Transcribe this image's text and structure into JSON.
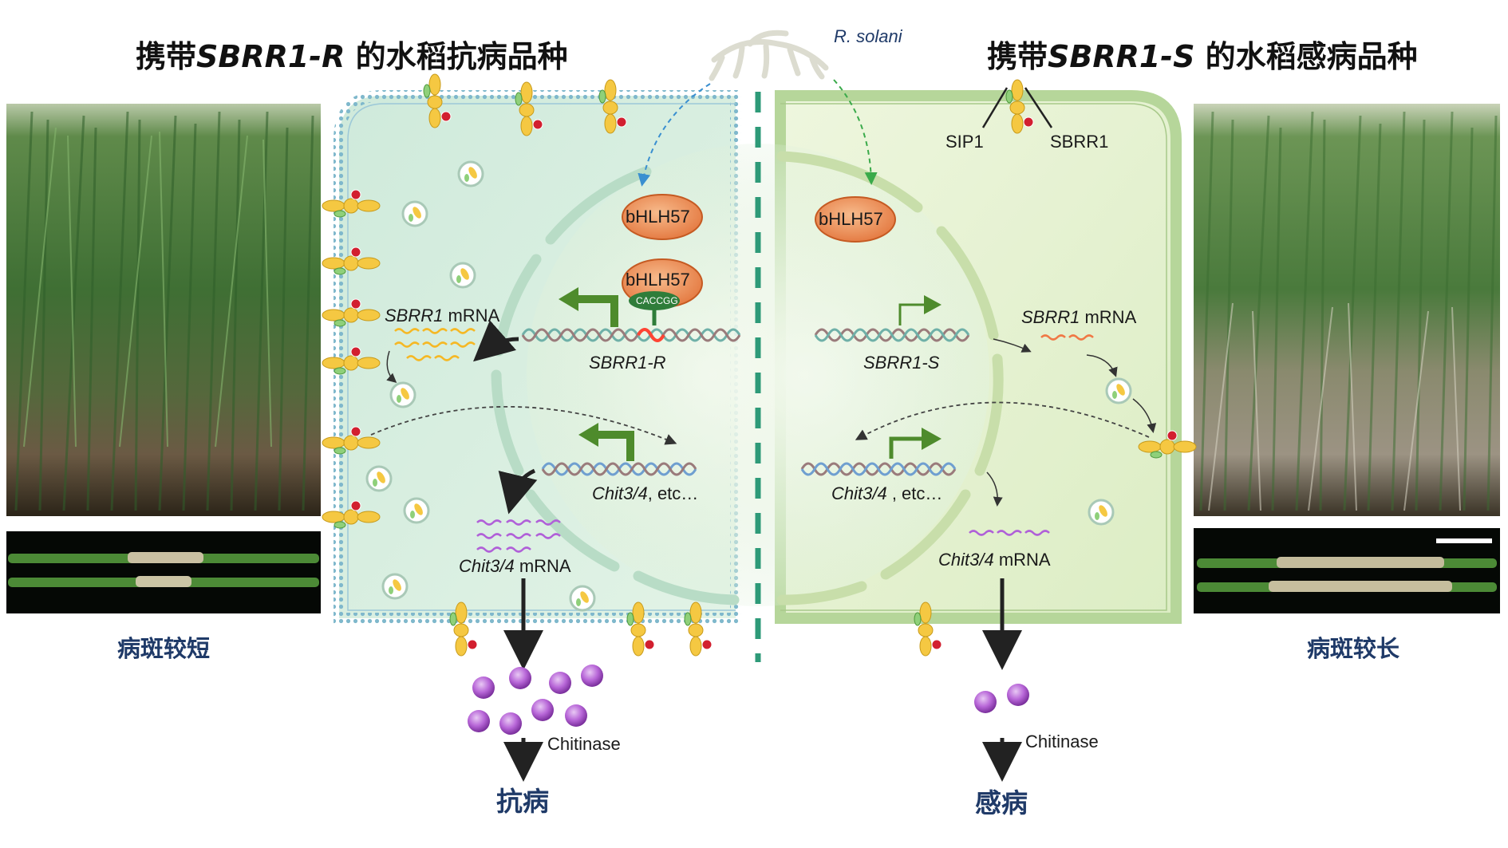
{
  "titles": {
    "left_prefix": "携带",
    "left_gene": "SBRR1-R",
    "left_suffix": " 的水稻抗病品种",
    "right_prefix": "携带",
    "right_gene": "SBRR1-S",
    "right_suffix": " 的水稻感病品种"
  },
  "pathogen": "R. solani",
  "left": {
    "tf_top": "bHLH57",
    "tf_bound": "bHLH57",
    "motif": "CACCGG",
    "mrna_gene": "SBRR1",
    "mrna_word": " mRNA",
    "gene_label": "SBRR1-R",
    "target_gene": "Chit3/4",
    "target_suffix": ", etc…",
    "target_mrna_gene": "Chit3/4",
    "target_mrna_word": " mRNA",
    "enzyme": "Chitinase",
    "outcome": "抗病",
    "lesion_caption": "病斑较短"
  },
  "right": {
    "tf_top": "bHLH57",
    "receptor_a": "SIP1",
    "receptor_b": "SBRR1",
    "mrna_gene": "SBRR1",
    "mrna_word": " mRNA",
    "gene_label": "SBRR1-S",
    "target_gene": "Chit3/4",
    "target_suffix": " , etc…",
    "target_mrna_gene": "Chit3/4",
    "target_mrna_word": " mRNA",
    "enzyme": "Chitinase",
    "outcome": "感病",
    "lesion_caption": "病斑较长"
  },
  "colors": {
    "left_cell": "#d6eede",
    "right_cell": "#e6f2d0",
    "membrane": "#8fbfd3",
    "tf": "#f0a070",
    "enzyme": "#b65fd6",
    "arrow_green": "#4e8b2c",
    "divider": "#2e9a78",
    "caption": "#1f3a68"
  }
}
